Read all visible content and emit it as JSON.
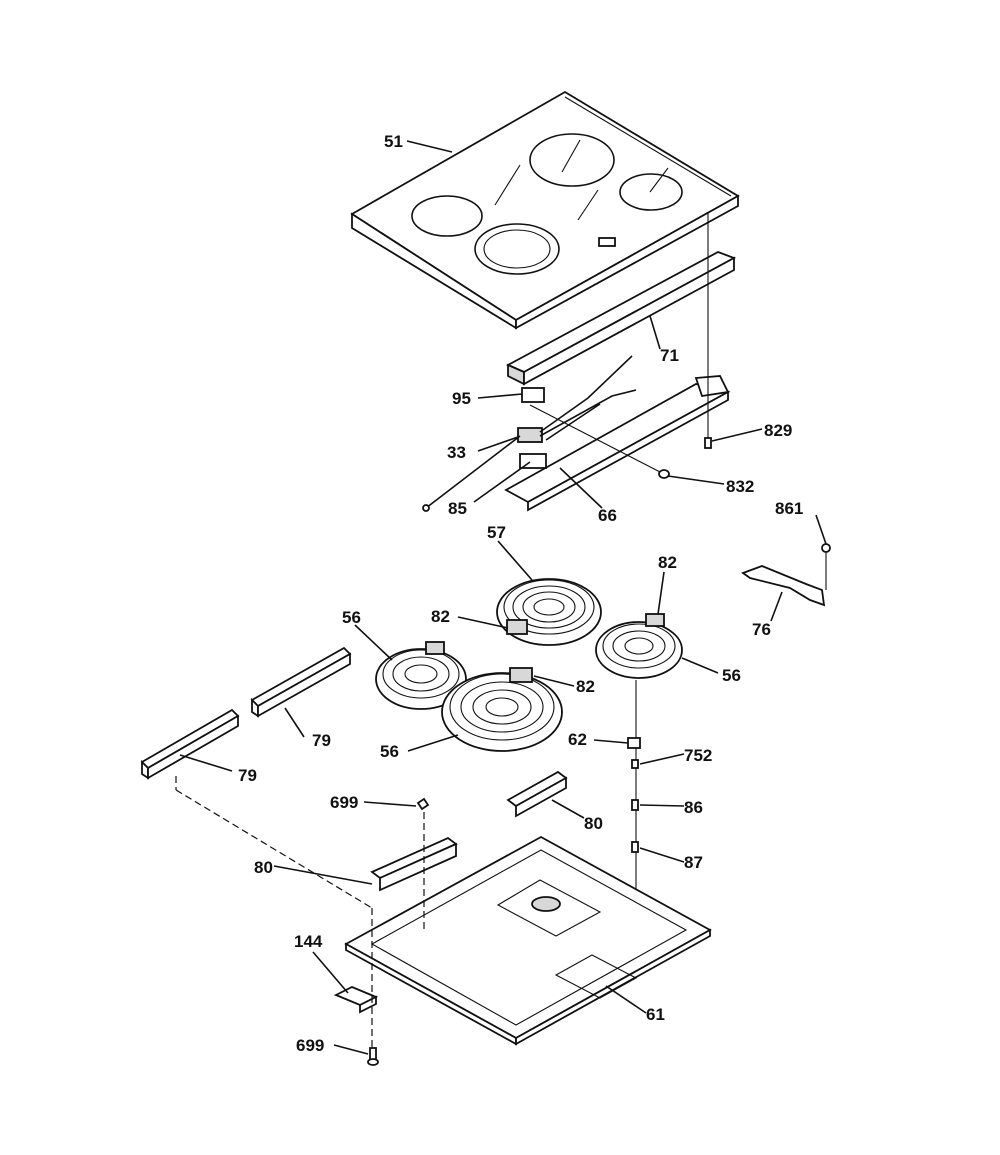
{
  "labels": [
    {
      "id": "p51",
      "text": "51"
    },
    {
      "id": "p71",
      "text": "71"
    },
    {
      "id": "p95",
      "text": "95"
    },
    {
      "id": "p829",
      "text": "829"
    },
    {
      "id": "p33",
      "text": "33"
    },
    {
      "id": "p832",
      "text": "832"
    },
    {
      "id": "p85",
      "text": "85"
    },
    {
      "id": "p66",
      "text": "66"
    },
    {
      "id": "p861",
      "text": "861"
    },
    {
      "id": "p57",
      "text": "57"
    },
    {
      "id": "p82a",
      "text": "82"
    },
    {
      "id": "p82b",
      "text": "82"
    },
    {
      "id": "p56a",
      "text": "56"
    },
    {
      "id": "p56b",
      "text": "56"
    },
    {
      "id": "p76",
      "text": "76"
    },
    {
      "id": "p82c",
      "text": "82"
    },
    {
      "id": "p79a",
      "text": "79"
    },
    {
      "id": "p56c",
      "text": "56"
    },
    {
      "id": "p62",
      "text": "62"
    },
    {
      "id": "p752",
      "text": "752"
    },
    {
      "id": "p79b",
      "text": "79"
    },
    {
      "id": "p699a",
      "text": "699"
    },
    {
      "id": "p86",
      "text": "86"
    },
    {
      "id": "p80a",
      "text": "80"
    },
    {
      "id": "p87",
      "text": "87"
    },
    {
      "id": "p80b",
      "text": "80"
    },
    {
      "id": "p144",
      "text": "144"
    },
    {
      "id": "p61",
      "text": "61"
    },
    {
      "id": "p699b",
      "text": "699"
    }
  ]
}
